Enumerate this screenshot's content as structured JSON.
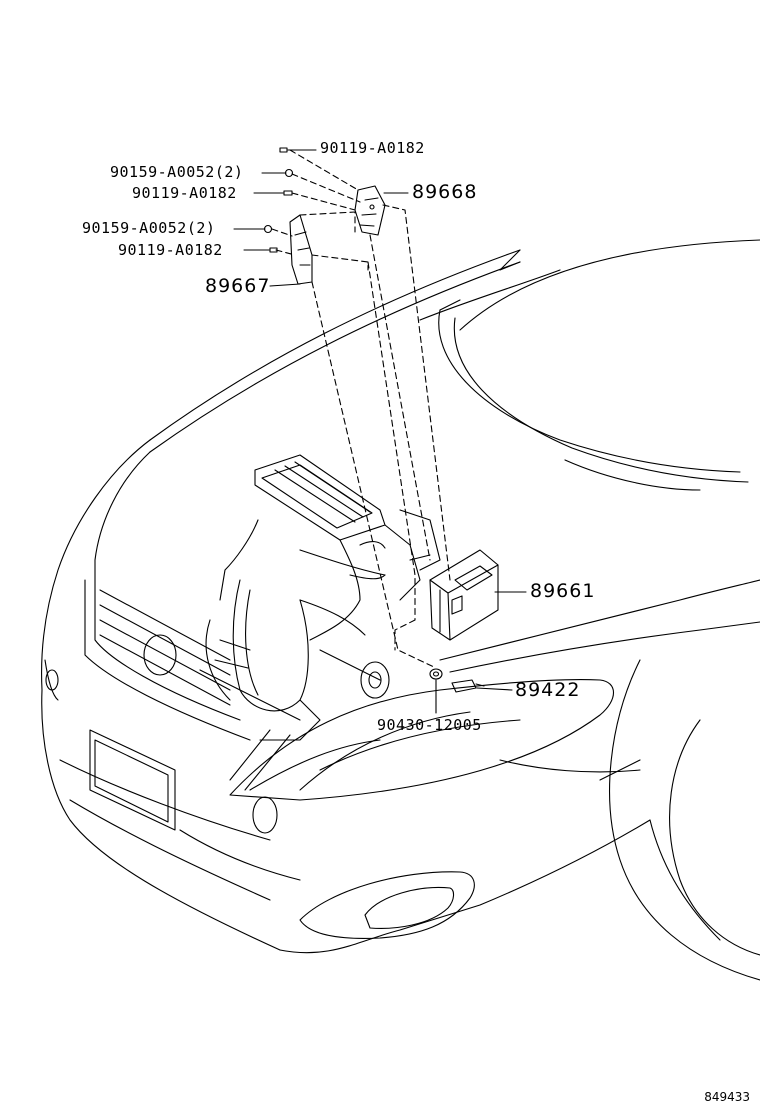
{
  "labels": {
    "bolt_top": "90119-A0182",
    "nut_upper": "90159-A0052(2)",
    "bolt_upper": "90119-A0182",
    "bracket_upper": "89668",
    "nut_lower": "90159-A0052(2)",
    "bolt_lower": "90119-A0182",
    "bracket_lower": "89667",
    "ecu": "89661",
    "washer": "90430-12005",
    "sensor": "89422"
  },
  "reference_code": "849433",
  "colors": {
    "line": "#000000",
    "background": "#ffffff"
  }
}
